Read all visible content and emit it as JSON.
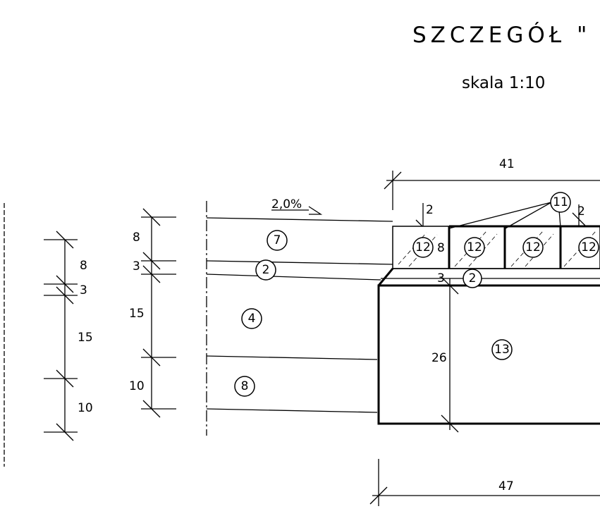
{
  "title": "SZCZEGÓŁ \"",
  "scale": "skala 1:10",
  "slope": "2,0%",
  "dimensions": {
    "width_top": "41",
    "width_bottom": "47",
    "curb_gap_left": "2",
    "curb_gap_right": "2",
    "block_height": "8",
    "bedding": "3",
    "foundation_height": "26",
    "left_chain": [
      "8",
      "3",
      "15",
      "10"
    ],
    "middle_chain": [
      "8",
      "3",
      "15",
      "10"
    ]
  },
  "markers": {
    "m7": "7",
    "m2a": "2",
    "m4": "4",
    "m8": "8",
    "m11": "11",
    "m12": "12",
    "m2b": "2",
    "m13": "13"
  }
}
